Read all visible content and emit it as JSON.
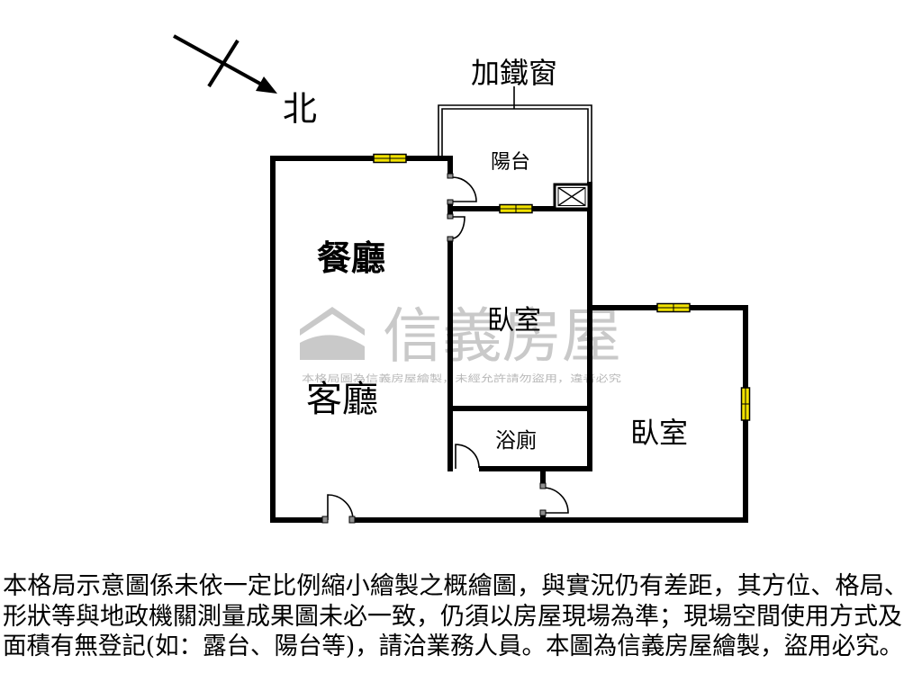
{
  "compass": {
    "north_label": "北"
  },
  "annotations": {
    "iron_window_label": "加鐵窗"
  },
  "rooms": {
    "balcony": "陽台",
    "dining_room": "餐廳",
    "living_room": "客廳",
    "bedroom_1": "臥室",
    "bathroom": "浴廁",
    "bedroom_2": "臥室"
  },
  "watermark": {
    "brand": "信義房屋",
    "notice": "本格局圖為信義房屋繪製，未經允許請勿盜用，違者必究"
  },
  "disclaimer": {
    "lines": [
      "本格局示意圖係未依一定比例縮小繪製之概繪圖，與實況仍有差距，其方位、格局、",
      "形狀等與地政機關測量成果圖未必一致，仍須以房屋現場為準；現場空間使用方式及",
      "面積有無登記(如：露台、陽台等)，請洽業務人員。本圖為信義房屋繪製，盜用必究。"
    ]
  },
  "colors": {
    "background": "#ffffff",
    "wall": "#000000",
    "window_fill": "#f2e200",
    "watermark": "#c9c9c9"
  }
}
